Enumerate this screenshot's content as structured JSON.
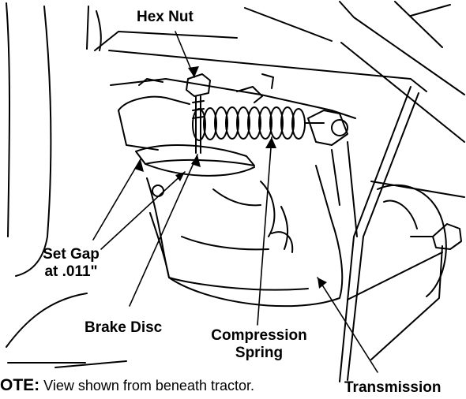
{
  "labels": {
    "hex_nut": "Hex Nut",
    "set_gap_line1": "Set Gap",
    "set_gap_line2": "at .011\"",
    "brake_disc": "Brake Disc",
    "compression_line1": "Compression",
    "compression_line2": "Spring",
    "transmission": "Transmission"
  },
  "note": {
    "lead": "OTE:",
    "text": " View shown from beneath tractor."
  }
}
